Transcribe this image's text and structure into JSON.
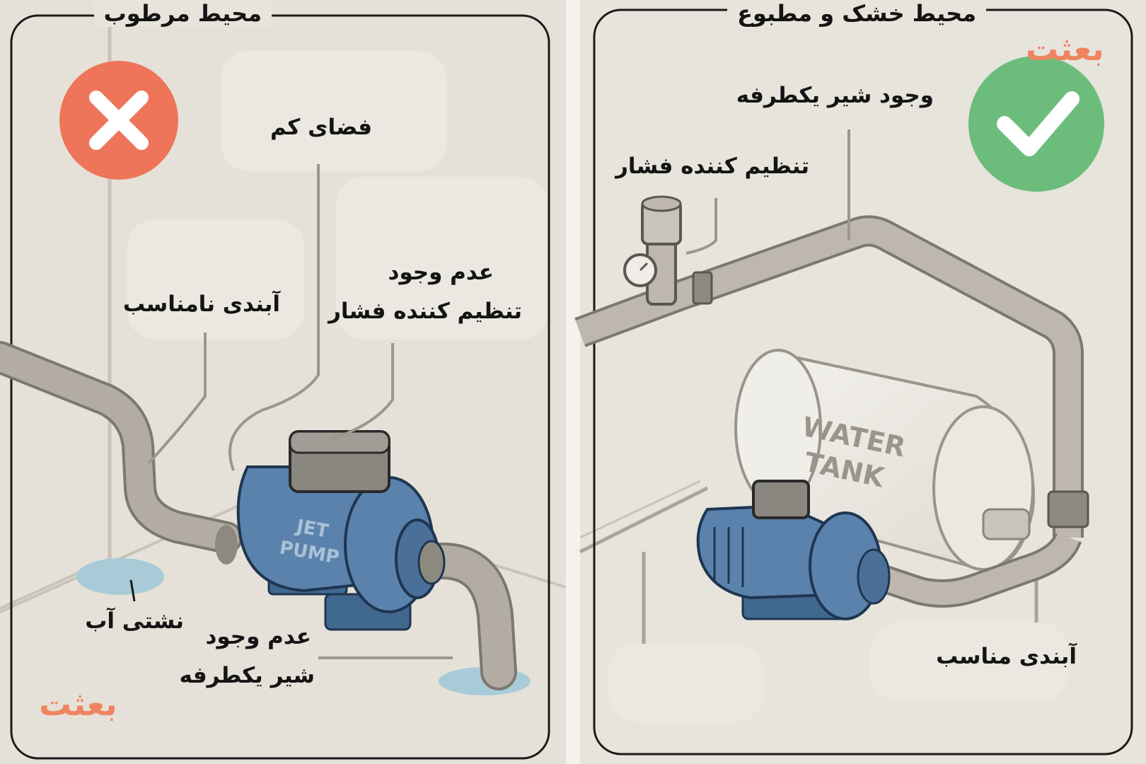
{
  "left_panel": {
    "title": "محیط مرطوب",
    "status_icon": "x-mark-icon",
    "status_color": "#ee7559",
    "labels": {
      "little_space": "فضای کم",
      "bad_plumbing": "آبندی نامناسب",
      "no_regulator_line1": "عدم وجود",
      "no_regulator_line2": "تنظیم کننده فشار",
      "no_check_valve_line1": "عدم وجود",
      "no_check_valve_line2": "شیر یکطرفه",
      "leak": "نشتی آب"
    },
    "pump_text_1": "JET",
    "pump_text_2": "PUMP",
    "logo": "بعثت"
  },
  "right_panel": {
    "title": "محیط خشک و مطبوع",
    "status_icon": "check-mark-icon",
    "status_color": "#6cbd7c",
    "labels": {
      "check_valve": "وجود شیر یکطرفه",
      "regulator": "تنظیم کننده فشار",
      "good_plumbing": "آبندی مناسب"
    },
    "tank_text_1": "WATER",
    "tank_text_2": "TANK",
    "logo": "بعثت"
  },
  "colors": {
    "background": "#ece9e1",
    "pump_blue": "#5a82ad",
    "pipe_grey": "#b2aca2",
    "water": "#a9cbd8",
    "brand_orange": "#ee8560"
  }
}
